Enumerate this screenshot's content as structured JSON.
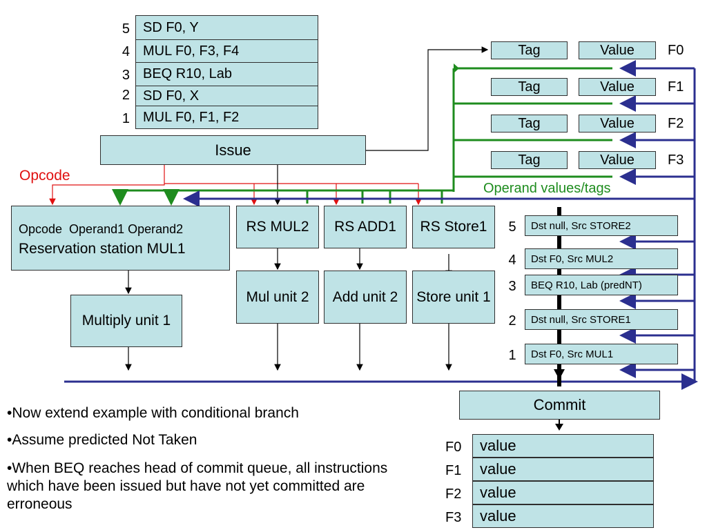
{
  "instruction_queue": [
    {
      "num": "5",
      "text": "SD F0, Y"
    },
    {
      "num": "4",
      "text": "MUL F0, F3, F4"
    },
    {
      "num": "3",
      "text": "BEQ R10, Lab"
    },
    {
      "num": "2",
      "text": "SD F0, X"
    },
    {
      "num": "1",
      "text": "MUL F0, F1, F2"
    }
  ],
  "issue_label": "Issue",
  "opcode_label": "Opcode",
  "operand_bus_label": "Operand values/tags",
  "register_file": [
    {
      "name": "F0",
      "tag": "Tag",
      "value": "Value"
    },
    {
      "name": "F1",
      "tag": "Tag",
      "value": "Value"
    },
    {
      "name": "F2",
      "tag": "Tag",
      "value": "Value"
    },
    {
      "name": "F3",
      "tag": "Tag",
      "value": "Value"
    }
  ],
  "rs_mul1": {
    "fields": "Opcode  Operand1 Operand2",
    "title": "Reservation station MUL1"
  },
  "reservation_stations": [
    "RS MUL2",
    "RS ADD1",
    "RS Store1"
  ],
  "functional_units": {
    "mul1": "Multiply unit 1",
    "mul2": "Mul unit 2",
    "add": "Add unit 2",
    "store": "Store unit 1"
  },
  "reorder_buffer": [
    {
      "num": "5",
      "text": "Dst null, Src STORE2"
    },
    {
      "num": "4",
      "text": "Dst F0, Src MUL2"
    },
    {
      "num": "3",
      "text": "BEQ R10, Lab (predNT)"
    },
    {
      "num": "2",
      "text": "Dst null, Src STORE1"
    },
    {
      "num": "1",
      "text": "Dst F0, Src MUL1"
    }
  ],
  "commit_label": "Commit",
  "committed_registers": [
    {
      "name": "F0",
      "value": "value"
    },
    {
      "name": "F1",
      "value": "value"
    },
    {
      "name": "F2",
      "value": "value"
    },
    {
      "name": "F3",
      "value": "value"
    }
  ],
  "notes": [
    "•Now extend example with conditional branch",
    "•Assume predicted Not Taken",
    "•When BEQ reaches head of commit queue, all instructions which have been issued but have not yet committed are erroneous"
  ],
  "colors": {
    "box_fill": "#bfe3e6",
    "green_bus": "#1e8c1e",
    "blue_bus": "#2b2f8f",
    "opcode_red": "#e01010"
  }
}
